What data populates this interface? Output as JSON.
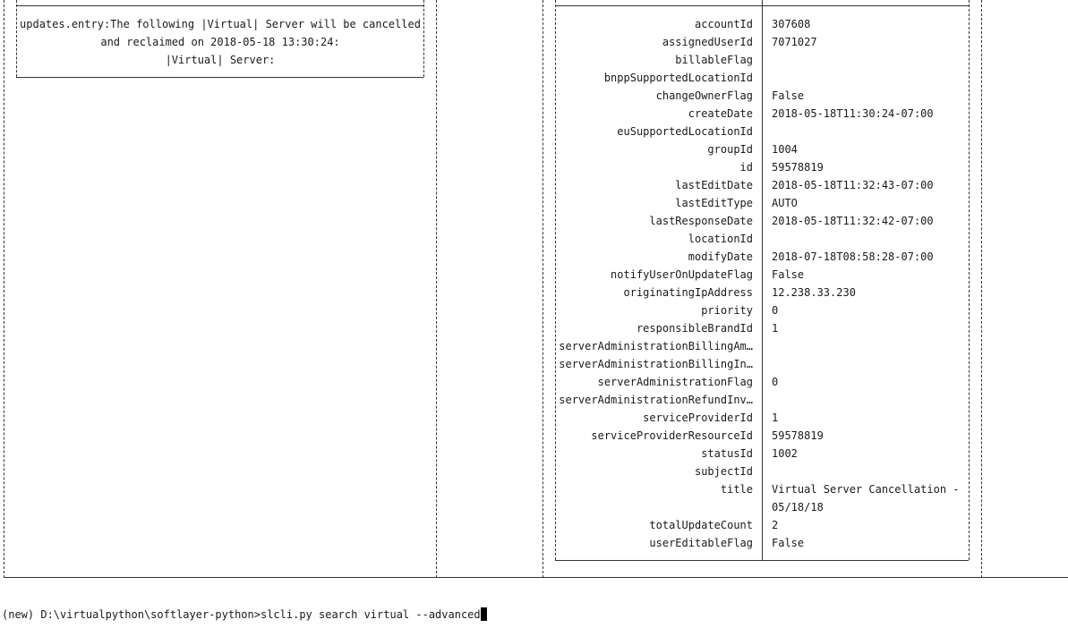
{
  "left_message": [
    "updates.entry:The following |Virtual| Server will be cancelled",
    "and reclaimed on 2018-05-18 13:30:24:",
    "|Virtual| Server:"
  ],
  "rows": [
    {
      "key": "accountId",
      "value": "307608"
    },
    {
      "key": "assignedUserId",
      "value": "7071027"
    },
    {
      "key": "billableFlag",
      "value": ""
    },
    {
      "key": "bnppSupportedLocationId",
      "value": ""
    },
    {
      "key": "changeOwnerFlag",
      "value": "False"
    },
    {
      "key": "createDate",
      "value": "2018-05-18T11:30:24-07:00"
    },
    {
      "key": "euSupportedLocationId",
      "value": ""
    },
    {
      "key": "groupId",
      "value": "1004"
    },
    {
      "key": "id",
      "value": "59578819"
    },
    {
      "key": "lastEditDate",
      "value": "2018-05-18T11:32:43-07:00"
    },
    {
      "key": "lastEditType",
      "value": "AUTO"
    },
    {
      "key": "lastResponseDate",
      "value": "2018-05-18T11:32:42-07:00"
    },
    {
      "key": "locationId",
      "value": ""
    },
    {
      "key": "modifyDate",
      "value": "2018-07-18T08:58:28-07:00"
    },
    {
      "key": "notifyUserOnUpdateFlag",
      "value": "False"
    },
    {
      "key": "originatingIpAddress",
      "value": "12.238.33.230"
    },
    {
      "key": "priority",
      "value": "0"
    },
    {
      "key": "responsibleBrandId",
      "value": "1"
    },
    {
      "key": "serverAdministrationBillingAm…",
      "value": ""
    },
    {
      "key": "serverAdministrationBillingIn…",
      "value": ""
    },
    {
      "key": "serverAdministrationFlag",
      "value": "0"
    },
    {
      "key": "serverAdministrationRefundInv…",
      "value": ""
    },
    {
      "key": "serviceProviderId",
      "value": "1"
    },
    {
      "key": "serviceProviderResourceId",
      "value": "59578819"
    },
    {
      "key": "statusId",
      "value": "1002"
    },
    {
      "key": "subjectId",
      "value": ""
    },
    {
      "key": "title",
      "value": "Virtual Server Cancellation -"
    },
    {
      "key": "",
      "value": "05/18/18"
    },
    {
      "key": "totalUpdateCount",
      "value": "2"
    },
    {
      "key": "userEditableFlag",
      "value": "False"
    }
  ],
  "prompt": {
    "path": "(new) D:\\virtualpython\\softlayer-python>",
    "command": "slcli.py search virtual --advanced"
  }
}
